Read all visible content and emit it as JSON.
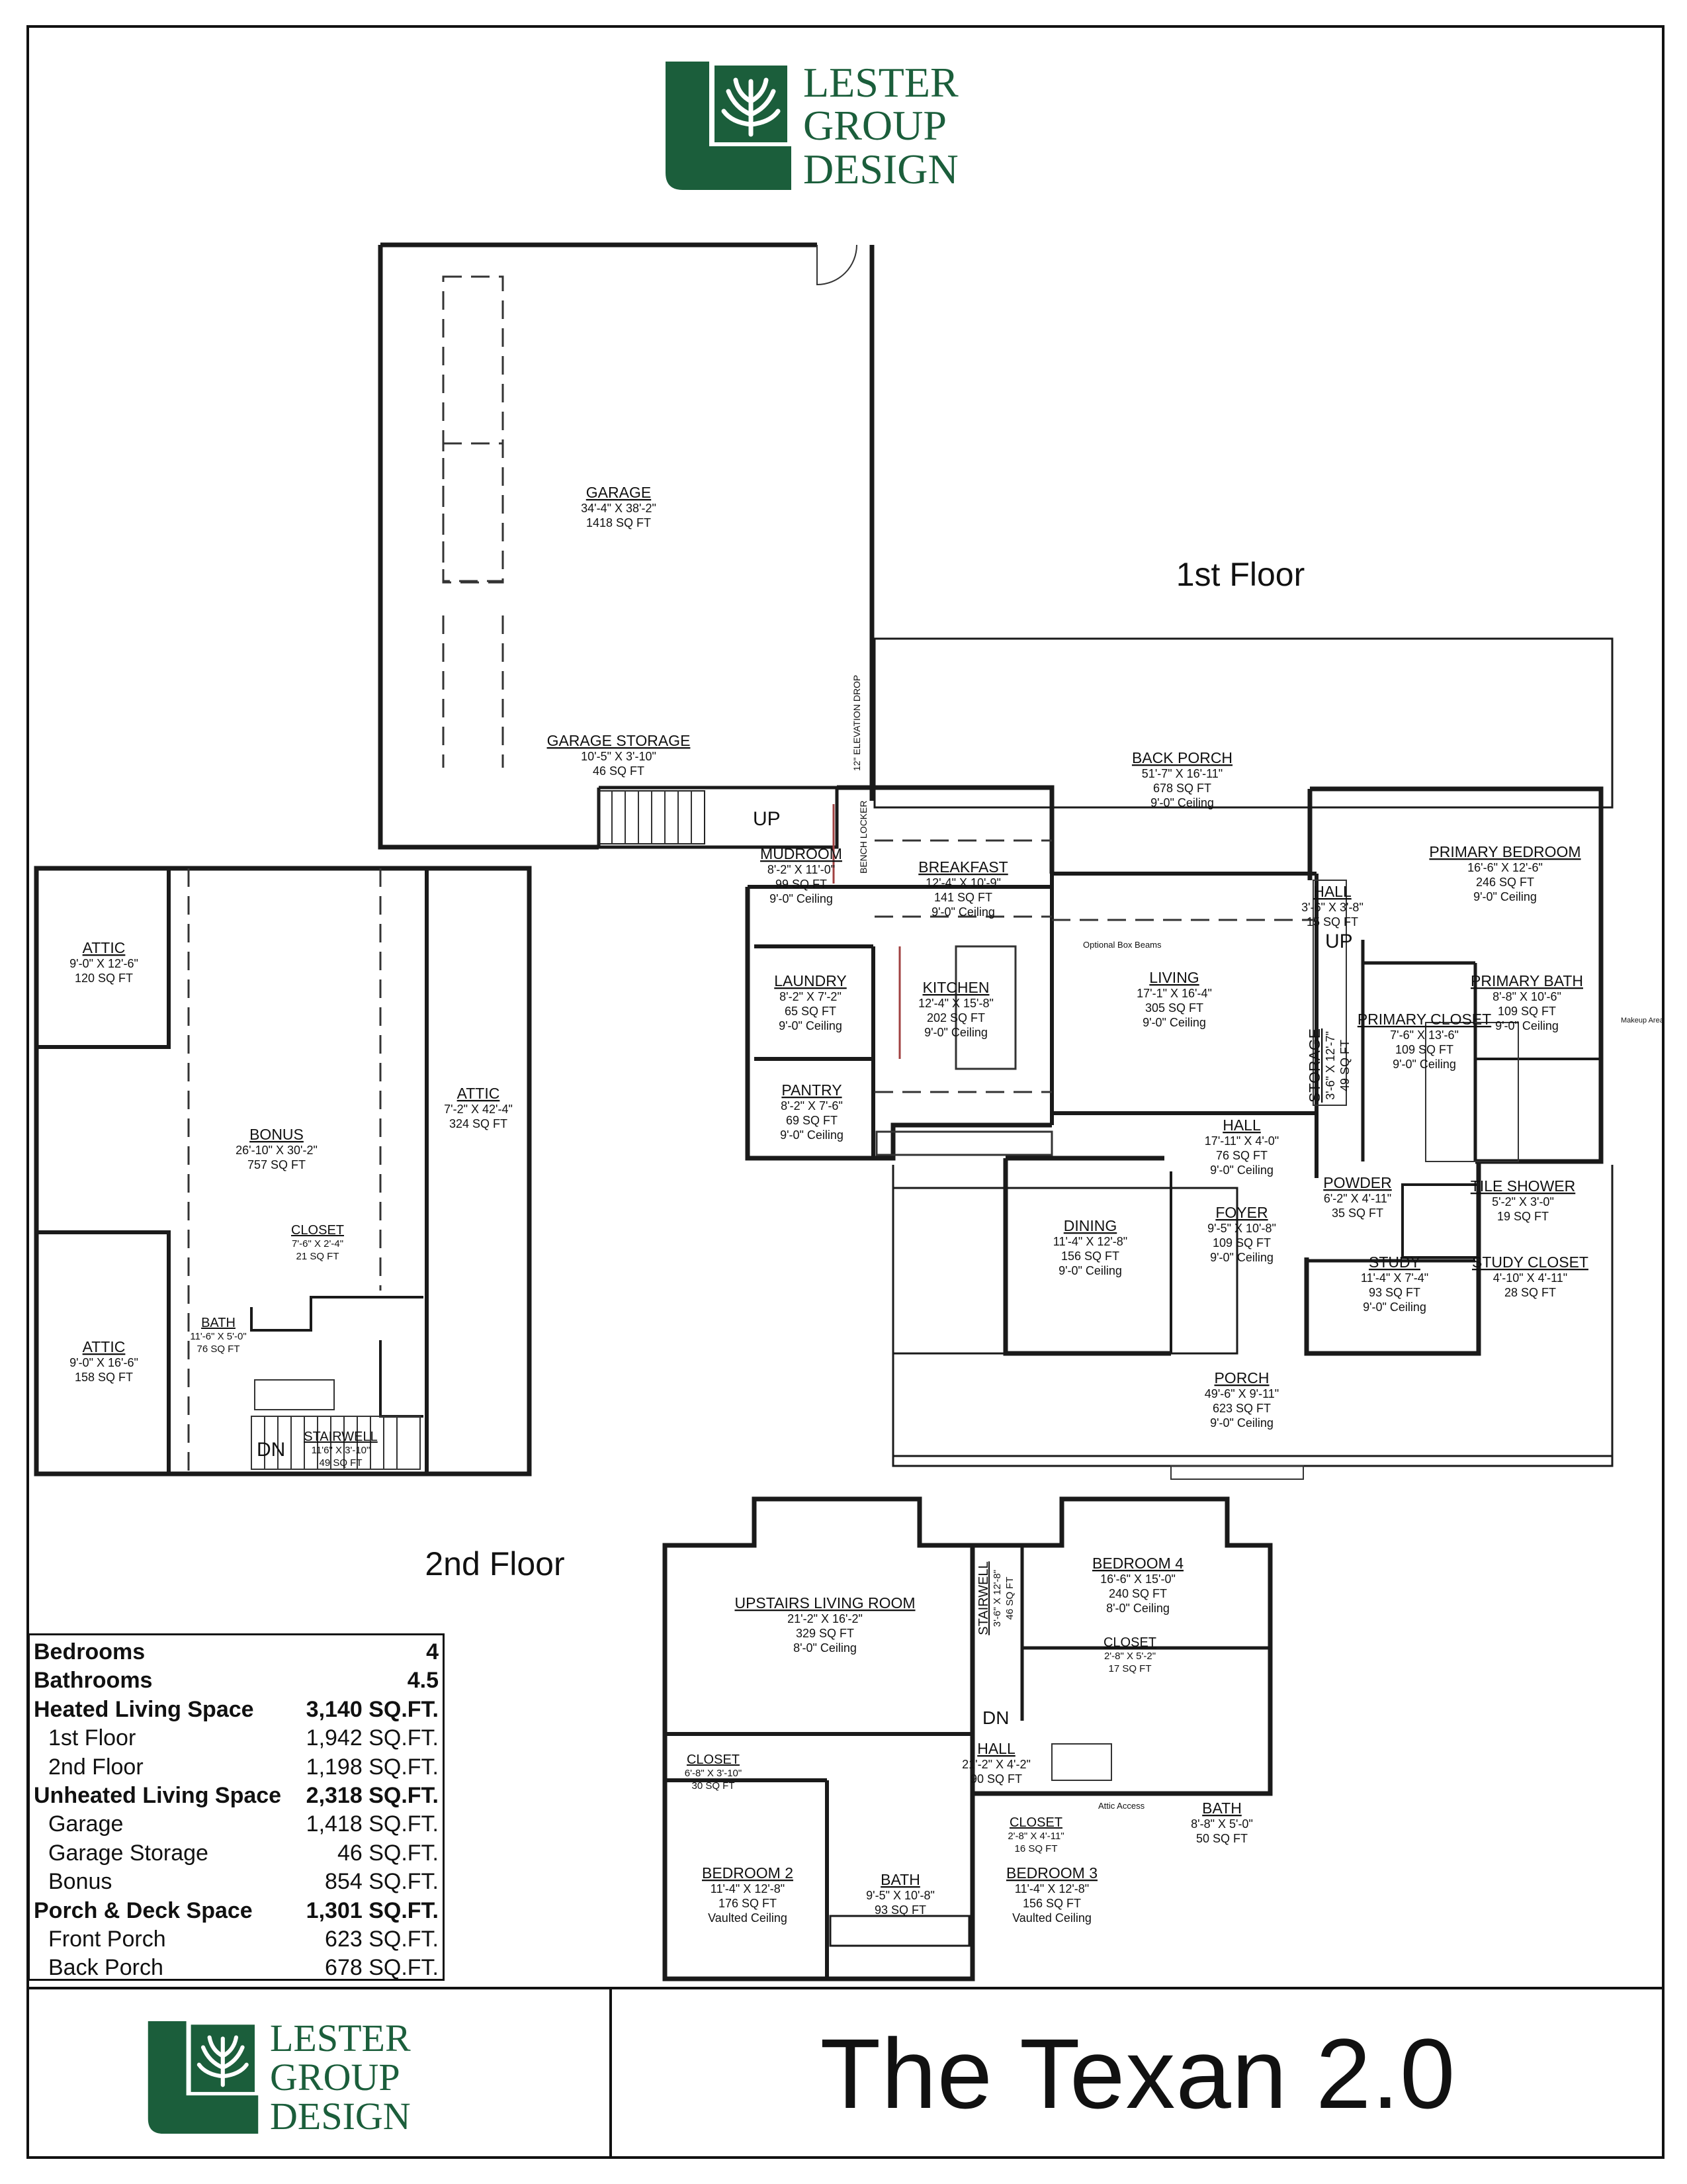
{
  "brand": {
    "name_line1": "LESTER",
    "name_line2": "GROUP",
    "name_line3": "DESIGN",
    "green": "#1b5e3b",
    "mark_icon": "tree-icon"
  },
  "plan_title": "The Texan 2.0",
  "floor_labels": {
    "first": "1st Floor",
    "second": "2nd Floor"
  },
  "annotations": {
    "optional_box_beams": "Optional Box Beams",
    "makeup_area": "Makeup Area",
    "attic_access": "Attic Access",
    "elevation_drop": "12\" ELEVATION DROP",
    "bench_locker": "BENCH LOCKER",
    "up_main": "UP",
    "up_hall": "UP",
    "dn_bonus": "DN",
    "dn_upstairs": "DN"
  },
  "rooms_first_floor": [
    {
      "name": "GARAGE",
      "dims": "34'-4\" X 38'-2\"",
      "area": "1418 SQ FT"
    },
    {
      "name": "GARAGE STORAGE",
      "dims": "10'-5\" X 3'-10\"",
      "area": "46 SQ FT"
    },
    {
      "name": "BACK PORCH",
      "dims": "51'-7\" X 16'-11\"",
      "area": "678 SQ FT",
      "ceiling": "9'-0\" Ceiling"
    },
    {
      "name": "MUDROOM",
      "dims": "8'-2\" X 11'-0\"",
      "area": "99 SQ FT",
      "ceiling": "9'-0\" Ceiling"
    },
    {
      "name": "BREAKFAST",
      "dims": "12'-4\" X 10'-9\"",
      "area": "141 SQ FT",
      "ceiling": "9'-0\" Ceiling"
    },
    {
      "name": "PRIMARY BEDROOM",
      "dims": "16'-6\" X 12'-6\"",
      "area": "246 SQ FT",
      "ceiling": "9'-0\" Ceiling"
    },
    {
      "name": "HALL",
      "dims": "3'-6\" X 3'-8\"",
      "area": "15 SQ FT"
    },
    {
      "name": "LAUNDRY",
      "dims": "8'-2\" X 7'-2\"",
      "area": "65 SQ FT",
      "ceiling": "9'-0\" Ceiling"
    },
    {
      "name": "KITCHEN",
      "dims": "12'-4\" X 15'-8\"",
      "area": "202 SQ FT",
      "ceiling": "9'-0\" Ceiling"
    },
    {
      "name": "LIVING",
      "dims": "17'-1\" X 16'-4\"",
      "area": "305 SQ FT",
      "ceiling": "9'-0\" Ceiling"
    },
    {
      "name": "PRIMARY CLOSET",
      "dims": "7'-6\" X 13'-6\"",
      "area": "109 SQ FT",
      "ceiling": "9'-0\" Ceiling"
    },
    {
      "name": "PRIMARY BATH",
      "dims": "8'-8\" X 10'-6\"",
      "area": "109 SQ FT",
      "ceiling": "9'-0\" Ceiling"
    },
    {
      "name": "STORAGE",
      "dims": "3'-6\" X 12'-7\"",
      "area": "49 SQ FT"
    },
    {
      "name": "PANTRY",
      "dims": "8'-2\" X 7'-6\"",
      "area": "69 SQ FT",
      "ceiling": "9'-0\" Ceiling"
    },
    {
      "name": "HALL",
      "dims": "17'-11\" X 4'-0\"",
      "area": "76 SQ FT",
      "ceiling": "9'-0\" Ceiling"
    },
    {
      "name": "POWDER",
      "dims": "6'-2\" X 4'-11\"",
      "area": "35 SQ FT"
    },
    {
      "name": "TILE SHOWER",
      "dims": "5'-2\" X 3'-0\"",
      "area": "19 SQ FT"
    },
    {
      "name": "DINING",
      "dims": "11'-4\" X 12'-8\"",
      "area": "156 SQ FT",
      "ceiling": "9'-0\" Ceiling"
    },
    {
      "name": "FOYER",
      "dims": "9'-5\" X 10'-8\"",
      "area": "109 SQ FT",
      "ceiling": "9'-0\" Ceiling"
    },
    {
      "name": "STUDY",
      "dims": "11'-4\" X 7'-4\"",
      "area": "93 SQ FT",
      "ceiling": "9'-0\" Ceiling"
    },
    {
      "name": "STUDY CLOSET",
      "dims": "4'-10\" X 4'-11\"",
      "area": "28 SQ FT"
    },
    {
      "name": "PORCH",
      "dims": "49'-6\" X 9'-11\"",
      "area": "623 SQ FT",
      "ceiling": "9'-0\" Ceiling"
    }
  ],
  "rooms_bonus": [
    {
      "name": "ATTIC",
      "dims": "9'-0\" X 12'-6\"",
      "area": "120 SQ FT"
    },
    {
      "name": "ATTIC",
      "dims": "7'-2\" X 42'-4\"",
      "area": "324 SQ FT"
    },
    {
      "name": "BONUS",
      "dims": "26'-10\" X 30'-2\"",
      "area": "757 SQ FT"
    },
    {
      "name": "CLOSET",
      "dims": "7'-6\" X 2'-4\"",
      "area": "21 SQ FT"
    },
    {
      "name": "BATH",
      "dims": "11'-6\" X 5'-0\"",
      "area": "76 SQ FT"
    },
    {
      "name": "ATTIC",
      "dims": "9'-0\" X 16'-6\"",
      "area": "158 SQ FT"
    },
    {
      "name": "STAIRWELL",
      "dims": "11'6\" X 3'-10\"",
      "area": "49 SQ FT"
    }
  ],
  "rooms_second_floor": [
    {
      "name": "UPSTAIRS LIVING ROOM",
      "dims": "21'-2\" X 16'-2\"",
      "area": "329 SQ FT",
      "ceiling": "8'-0\" Ceiling"
    },
    {
      "name": "STAIRWELL",
      "dims": "3'-6\" X 12'-8\"",
      "area": "46 SQ FT"
    },
    {
      "name": "BEDROOM 4",
      "dims": "16'-6\" X 15'-0\"",
      "area": "240 SQ FT",
      "ceiling": "8'-0\" Ceiling"
    },
    {
      "name": "CLOSET",
      "dims": "2'-8\" X 5'-2\"",
      "area": "17 SQ FT"
    },
    {
      "name": "CLOSET",
      "dims": "6'-8\" X 3'-10\"",
      "area": "30 SQ FT"
    },
    {
      "name": "HALL",
      "dims": "21'-2\" X 4'-2\"",
      "area": "90 SQ FT"
    },
    {
      "name": "CLOSET",
      "dims": "2'-8\" X 4'-11\"",
      "area": "16 SQ FT"
    },
    {
      "name": "BATH",
      "dims": "8'-8\" X 5'-0\"",
      "area": "50 SQ FT"
    },
    {
      "name": "BEDROOM 2",
      "dims": "11'-4\" X 12'-8\"",
      "area": "176 SQ FT",
      "ceiling": "Vaulted Ceiling"
    },
    {
      "name": "BATH",
      "dims": "9'-5\" X 10'-8\"",
      "area": "93 SQ FT"
    },
    {
      "name": "BEDROOM 3",
      "dims": "11'-4\" X 12'-8\"",
      "area": "156 SQ FT",
      "ceiling": "Vaulted Ceiling"
    }
  ],
  "stats": [
    {
      "label": "Bedrooms",
      "value": "4",
      "bold": true
    },
    {
      "label": "Bathrooms",
      "value": "4.5",
      "bold": true
    },
    {
      "label": "Heated Living Space",
      "value": "3,140 SQ.FT.",
      "bold": true
    },
    {
      "label": "1st Floor",
      "value": "1,942 SQ.FT.",
      "indent": true
    },
    {
      "label": "2nd Floor",
      "value": "1,198 SQ.FT.",
      "indent": true
    },
    {
      "label": "Unheated Living Space",
      "value": "2,318 SQ.FT.",
      "bold": true
    },
    {
      "label": "Garage",
      "value": "1,418 SQ.FT.",
      "indent": true
    },
    {
      "label": "Garage Storage",
      "value": "46 SQ.FT.",
      "indent": true
    },
    {
      "label": "Bonus",
      "value": "854 SQ.FT.",
      "indent": true
    },
    {
      "label": "Porch & Deck Space",
      "value": "1,301 SQ.FT.",
      "bold": true
    },
    {
      "label": "Front Porch",
      "value": "623 SQ.FT.",
      "indent": true
    },
    {
      "label": "Back Porch",
      "value": "678 SQ.FT.",
      "indent": true
    }
  ]
}
